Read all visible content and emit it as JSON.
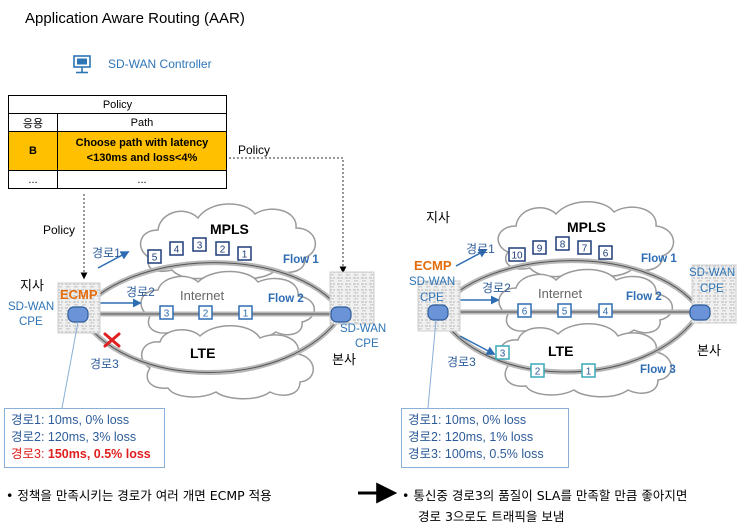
{
  "title": "Application Aware Routing (AAR)",
  "controller": {
    "label": "SD-WAN Controller"
  },
  "policy_table": {
    "title": "Policy",
    "headers": [
      "응용",
      "Path"
    ],
    "rows": [
      {
        "app": "B",
        "path_line1": "Choose path with latency",
        "path_line2": "<130ms and loss<4%",
        "highlight": true
      },
      {
        "app": "...",
        "path_line1": "...",
        "path_line2": "",
        "highlight": false
      }
    ],
    "highlight_color": "#ffc000"
  },
  "left": {
    "policy_label_top": "Policy",
    "policy_label_left": "Policy",
    "branch_label": "지사",
    "cpe_line1": "SD-WAN",
    "cpe_line2": "CPE",
    "ecmp_label": "ECMP",
    "hq_cpe_line1": "SD-WAN",
    "hq_cpe_line2": "CPE",
    "hq_label": "본사",
    "route1": "경로1",
    "route2": "경로2",
    "route3": "경로3",
    "cloud_mpls": "MPLS",
    "cloud_internet": "Internet",
    "cloud_lte": "LTE",
    "flow1": "Flow 1",
    "flow2": "Flow 2",
    "mpls_packets": [
      "5",
      "4",
      "3",
      "2",
      "1"
    ],
    "internet_packets": [
      "3",
      "2",
      "1"
    ],
    "metrics": [
      {
        "label": "경로1: ",
        "value": "10ms, 0% loss",
        "bad": false
      },
      {
        "label": "경로2: ",
        "value": "120ms, 3% loss",
        "bad": false
      },
      {
        "label": "경로3: ",
        "value": "150ms, 0.5% loss",
        "bad": true
      }
    ]
  },
  "right": {
    "branch_label": "지사",
    "ecmp_label": "ECMP",
    "cpe_line1": "SD-WAN",
    "cpe_line2": "CPE",
    "hq_cpe_line1": "SD-WAN",
    "hq_cpe_line2": "CPE",
    "hq_label": "본사",
    "route1": "경로1",
    "route2": "경로2",
    "route3": "경로3",
    "cloud_mpls": "MPLS",
    "cloud_internet": "Internet",
    "cloud_lte": "LTE",
    "flow1": "Flow 1",
    "flow2": "Flow 2",
    "flow3": "Flow 3",
    "mpls_packets": [
      "10",
      "9",
      "8",
      "7",
      "6"
    ],
    "internet_packets": [
      "6",
      "5",
      "4"
    ],
    "lte_packets": [
      "3",
      "2",
      "1"
    ],
    "metrics": [
      {
        "label": "경로1: ",
        "value": "10ms, 0% loss"
      },
      {
        "label": "경로2: ",
        "value": "120ms, 1% loss"
      },
      {
        "label": "경로3: ",
        "value": "100ms, 0.5% loss"
      }
    ]
  },
  "notes": {
    "left": "• 정책을 만족시키는 경로가 여러 개면 ECMP 적용",
    "right_line1": "• 통신중 경로3의 품질이 SLA를 만족할 만큼 좋아지면",
    "right_line2": "경로 3으로도 트래픽을 보냄"
  },
  "colors": {
    "text_blue": "#2e5c9a",
    "ecmp_orange": "#e46c0a",
    "packet_blue": "#1f3d7a",
    "lte_packet_teal": "#3aa8b8",
    "bad_red": "#e02020"
  }
}
